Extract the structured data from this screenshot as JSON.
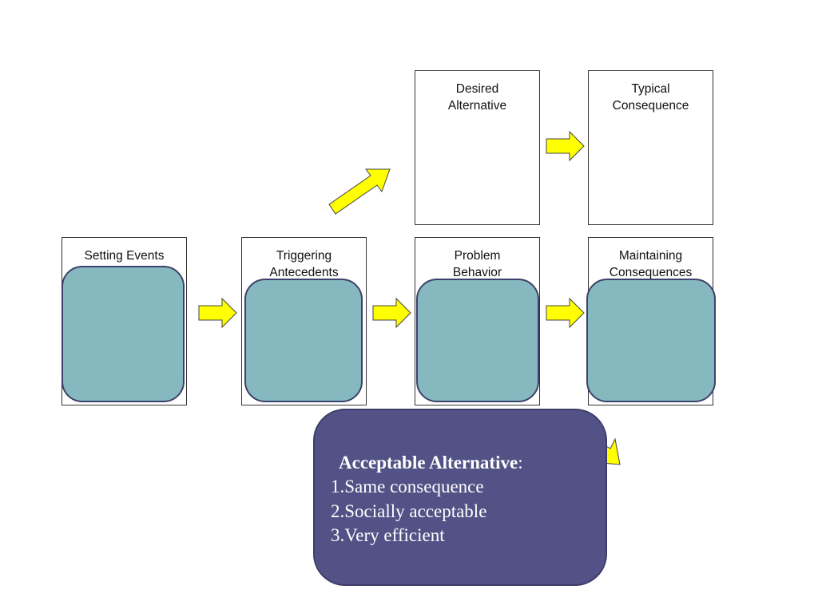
{
  "diagram": {
    "boxes": {
      "setting_events": {
        "line1": "Setting Events",
        "line2": ""
      },
      "triggering_antecedents": {
        "line1": "Triggering",
        "line2": "Antecedents"
      },
      "problem_behavior": {
        "line1": "Problem",
        "line2": "Behavior"
      },
      "maintaining_consequences": {
        "line1": "Maintaining",
        "line2": "Consequences"
      },
      "desired_alternative": {
        "line1": "Desired",
        "line2": "Alternative"
      },
      "typical_consequence": {
        "line1": "Typical",
        "line2": "Consequence"
      }
    },
    "callout": {
      "title": "Acceptable Alternative",
      "title_suffix": ":",
      "items": [
        "1.Same consequence",
        "2.Socially acceptable",
        "3.Very efficient"
      ]
    },
    "colors": {
      "arrow_fill": "#ffff00",
      "teal_fill": "#86b9bf",
      "callout_fill": "#535286"
    }
  }
}
